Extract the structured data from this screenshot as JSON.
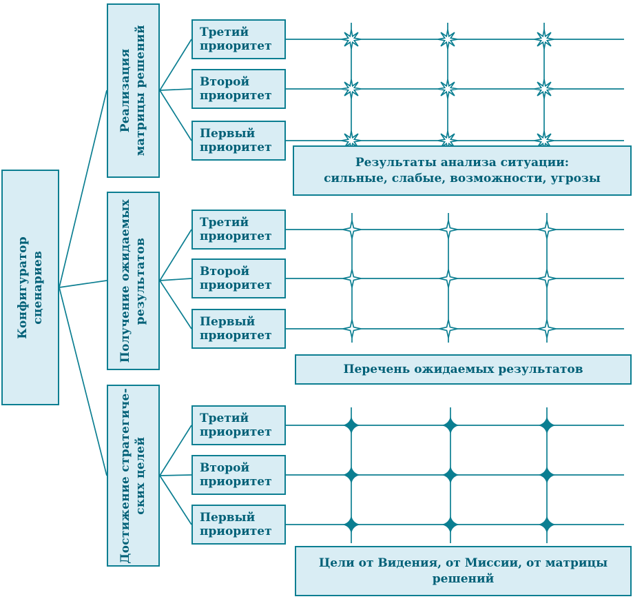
{
  "colors": {
    "line": "#0b7e91",
    "fill": "#d9edf4",
    "text": "#006077"
  },
  "root": {
    "label": "Конфигуратор\nсценариев"
  },
  "groups": [
    {
      "label": "Реализация\nматрицы решений",
      "marker": "burst",
      "marker_icon": "burst-icon",
      "priorities": [
        {
          "label": "Третий\nприоритет"
        },
        {
          "label": "Второй\nприоритет"
        },
        {
          "label": "Первый\nприоритет"
        }
      ],
      "result": "Результаты анализа ситуации:\nсильные, слабые, возможности, угрозы"
    },
    {
      "label": "Получение ожидаемых\nрезультатов",
      "marker": "star4",
      "marker_icon": "four-point-star-icon",
      "priorities": [
        {
          "label": "Третий\nприоритет"
        },
        {
          "label": "Второй\nприоритет"
        },
        {
          "label": "Первый\nприоритет"
        }
      ],
      "result": "Перечень ожидаемых результатов"
    },
    {
      "label": "Достижение стратегиче-\nских целей",
      "marker": "sparkle",
      "marker_icon": "sparkle-icon",
      "priorities": [
        {
          "label": "Третий\nприоритет"
        },
        {
          "label": "Второй\nприоритет"
        },
        {
          "label": "Первый\nприоритет"
        }
      ],
      "result": "Цели от Видения, от Миссии, от матрицы\nрешений"
    }
  ]
}
